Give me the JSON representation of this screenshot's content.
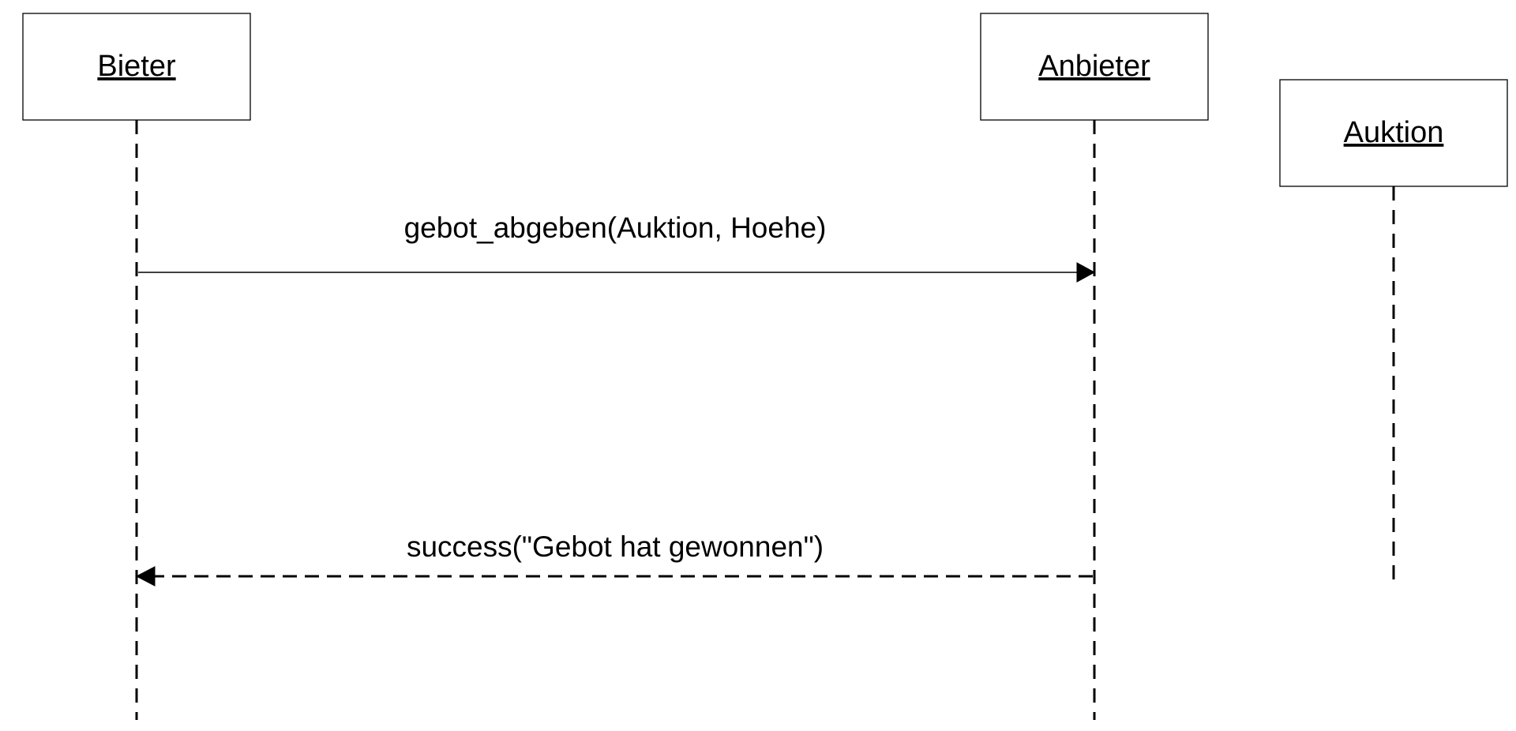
{
  "lifelines": [
    {
      "id": "bieter",
      "name": "Bieter"
    },
    {
      "id": "anbieter",
      "name": "Anbieter"
    },
    {
      "id": "auktion",
      "name": "Auktion"
    }
  ],
  "messages": [
    {
      "label": "gebot_abgeben(Auktion, Hoehe)",
      "from": "bieter",
      "to": "anbieter",
      "kind": "call"
    },
    {
      "label": "success(\"Gebot hat gewonnen\")",
      "from": "anbieter",
      "to": "bieter",
      "kind": "return"
    }
  ]
}
